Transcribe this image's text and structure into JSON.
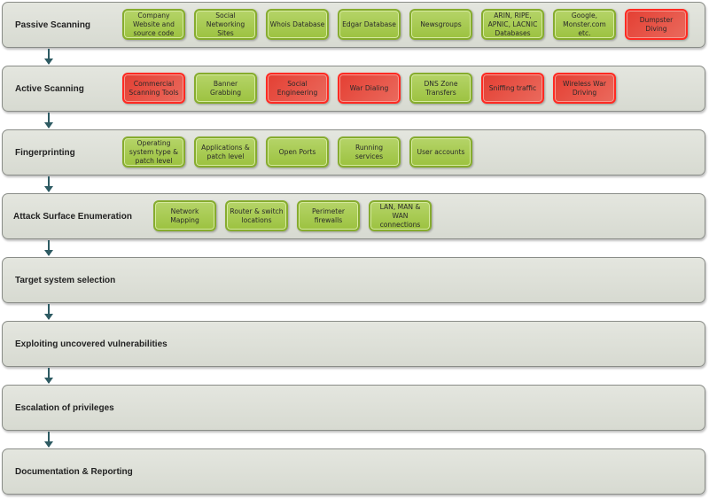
{
  "colors": {
    "green": "#9cc240",
    "red": "#e43f33",
    "arrow": "#2e5b63"
  },
  "phases": [
    {
      "title": "Passive Scanning",
      "items": [
        {
          "label": "Company Website and source code",
          "status": "green"
        },
        {
          "label": "Social Networking Sites",
          "status": "green"
        },
        {
          "label": "Whois Database",
          "status": "green"
        },
        {
          "label": "Edgar Database",
          "status": "green"
        },
        {
          "label": "Newsgroups",
          "status": "green"
        },
        {
          "label": "ARIN, RIPE, APNIC, LACNIC Databases",
          "status": "green"
        },
        {
          "label": "Google, Monster.com etc.",
          "status": "green"
        },
        {
          "label": "Dumpster Diving",
          "status": "red"
        }
      ]
    },
    {
      "title": "Active Scanning",
      "items": [
        {
          "label": "Commercial Scanning Tools",
          "status": "red"
        },
        {
          "label": "Banner Grabbing",
          "status": "green"
        },
        {
          "label": "Social Engineering",
          "status": "red"
        },
        {
          "label": "War Dialing",
          "status": "red"
        },
        {
          "label": "DNS Zone Transfers",
          "status": "green"
        },
        {
          "label": "Sniffing traffic",
          "status": "red"
        },
        {
          "label": "Wireless War Driving",
          "status": "red"
        }
      ]
    },
    {
      "title": "Fingerprinting",
      "items": [
        {
          "label": "Operating system type & patch level",
          "status": "green"
        },
        {
          "label": "Applications & patch level",
          "status": "green"
        },
        {
          "label": "Open Ports",
          "status": "green"
        },
        {
          "label": "Running services",
          "status": "green"
        },
        {
          "label": "User accounts",
          "status": "green"
        }
      ]
    },
    {
      "title": "Attack Surface Enumeration",
      "items": [
        {
          "label": "Network Mapping",
          "status": "green"
        },
        {
          "label": "Router & switch locations",
          "status": "green"
        },
        {
          "label": "Perimeter firewalls",
          "status": "green"
        },
        {
          "label": "LAN, MAN & WAN connections",
          "status": "green"
        }
      ]
    },
    {
      "title": "Target system selection",
      "items": []
    },
    {
      "title": "Exploiting uncovered vulnerabilities",
      "items": []
    },
    {
      "title": "Escalation of privileges",
      "items": []
    },
    {
      "title": "Documentation & Reporting",
      "items": []
    }
  ]
}
